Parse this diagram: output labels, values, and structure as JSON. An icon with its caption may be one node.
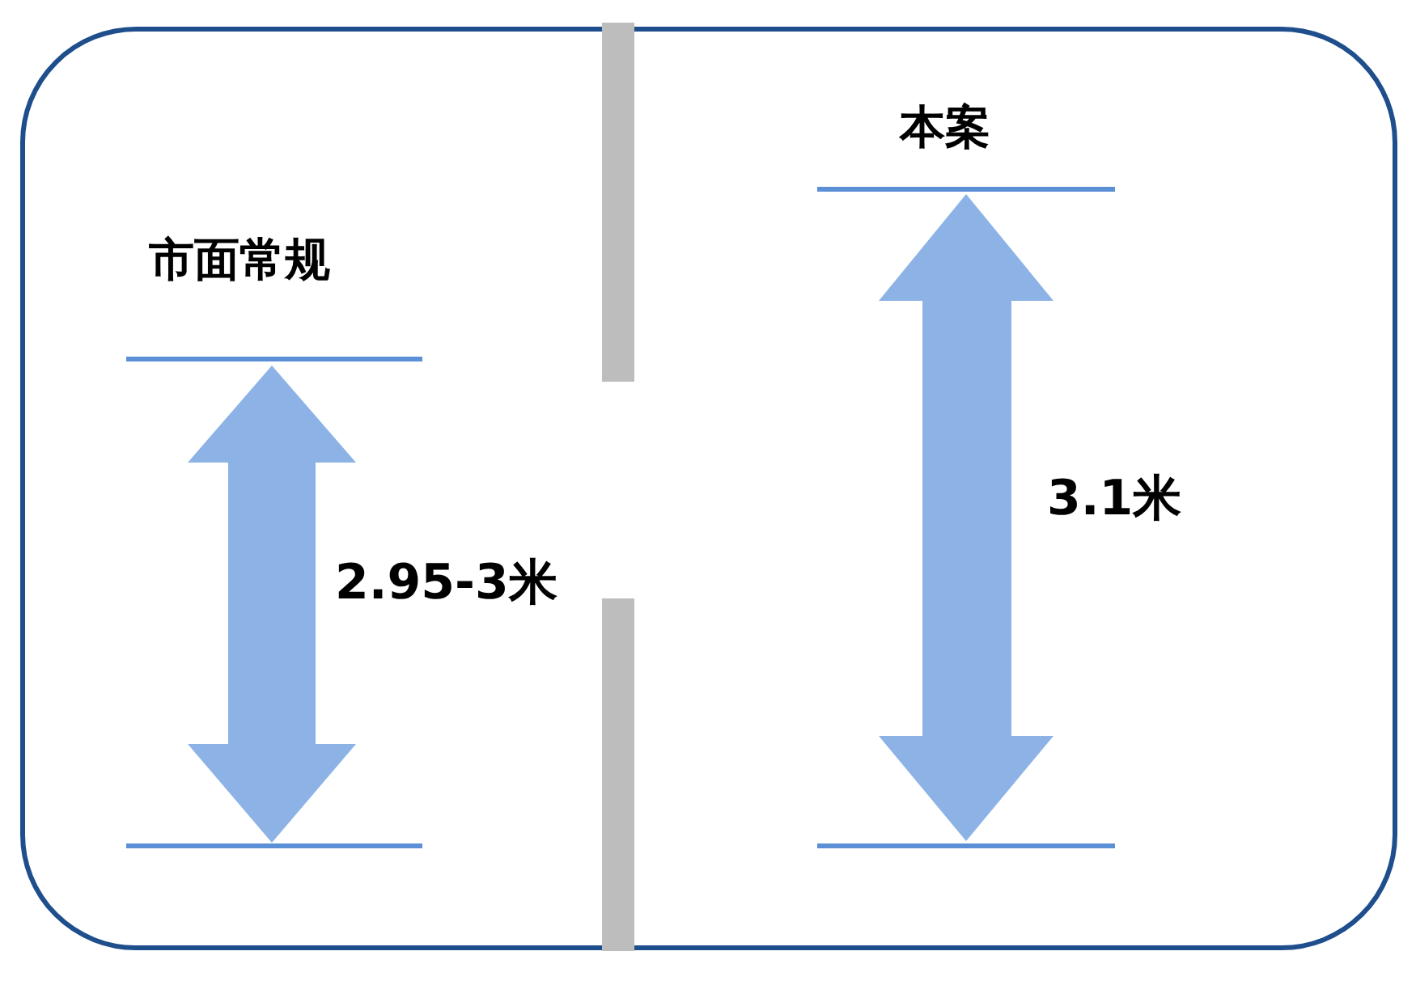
{
  "diagram": {
    "labels": [
      "市面常规",
      "2.95-3米",
      "本案",
      "3.1米"
    ]
  }
}
